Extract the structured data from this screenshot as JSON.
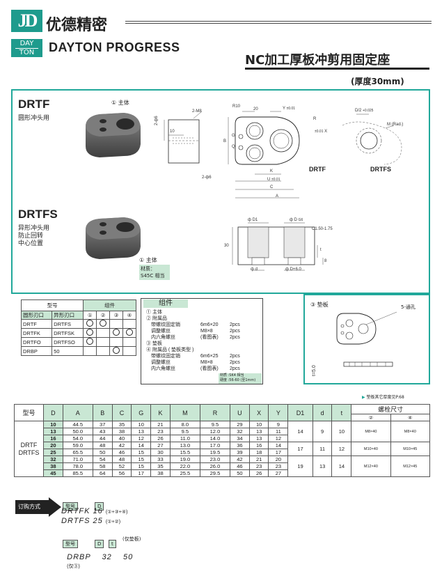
{
  "brand": {
    "logo_letters": "JD",
    "name_cn": "优德精密",
    "badge_top": "DAY",
    "badge_bottom": "TON",
    "name_en": "DAYTON PROGRESS"
  },
  "title": {
    "main": "NC加工厚板冲剪用固定座",
    "sub": "(厚度30mm)"
  },
  "drtf": {
    "code": "DRTF",
    "desc": "圆形冲头用",
    "part_label": "① 主体",
    "view_labels": {
      "drtf": "DRTF",
      "drtfs": "DRTFS"
    },
    "dims": [
      "2-M8",
      "10",
      "2-ф6",
      "R10",
      "20",
      "Y",
      "R",
      "B",
      "G",
      "Q",
      "X",
      "K",
      "U",
      "C",
      "A",
      "D/2",
      "M (Rad.)",
      "2-ф6"
    ],
    "dim_sup": {
      "y_tol": "±0.01",
      "u_tol": "±0.01",
      "x_tol": "±0.01",
      "d2_tol": "+0.025"
    }
  },
  "drtfs": {
    "code": "DRTFS",
    "desc": [
      "异形冲头用",
      "防止回转",
      "中心位置"
    ],
    "part_label": "① 主体",
    "material_label": "材质：",
    "material_value": "S45C 相当",
    "dims": [
      "ф D1",
      "ф D",
      "C1.50-1.75",
      "30",
      "ф d",
      "ф D+6.0",
      "t",
      "8"
    ],
    "dim_sup": {
      "phiD_fit": "G6"
    }
  },
  "type_table": {
    "header_model": "型号",
    "header_parts": "组件",
    "sub_round": "圆形刃口",
    "sub_shaped": "异形刃口",
    "part_numbers": [
      "①",
      "②",
      "③",
      "④"
    ],
    "rows": [
      {
        "round": "DRTF",
        "shaped": "DRTFS",
        "marks": [
          true,
          true,
          false,
          false
        ]
      },
      {
        "round": "DRTFK",
        "shaped": "DRTFSK",
        "marks": [
          true,
          false,
          true,
          true
        ]
      },
      {
        "round": "DRTFO",
        "shaped": "DRTFSO",
        "marks": [
          true,
          false,
          false,
          false
        ]
      },
      {
        "round": "DRBP",
        "shaped": "50",
        "marks": [
          false,
          false,
          true,
          false
        ]
      }
    ]
  },
  "components": {
    "title": "组件",
    "lines": [
      {
        "a": "① 主体",
        "b": "",
        "c": ""
      },
      {
        "a": "② 附属品",
        "b": "",
        "c": ""
      },
      {
        "a": "　带螺纹固定销",
        "b": "6m6×20",
        "c": "2pcs"
      },
      {
        "a": "　调整螺丝",
        "b": "M8×8",
        "c": "2pcs"
      },
      {
        "a": "　内六角螺丝",
        "b": "(看图表)",
        "c": "2pcs"
      },
      {
        "a": "③ 垫板",
        "b": "",
        "c": ""
      },
      {
        "a": "④ 附属品 ( 垫板类型 )",
        "b": "",
        "c": ""
      },
      {
        "a": "　带螺纹固定销",
        "b": "6m6×25",
        "c": "2pcs"
      },
      {
        "a": "　调整螺丝",
        "b": "M8×8",
        "c": "2pcs"
      },
      {
        "a": "　内六角螺丝",
        "b": "(看图表)",
        "c": "2pcs"
      }
    ],
    "material": "材质 :SK4 相当",
    "hardness": "硬度 :56-60 (至1mm)"
  },
  "pad": {
    "label": "③ 垫板",
    "hole_note": "5-通孔",
    "thickness": "t=5.0",
    "note": "垫板其它厚度见P.68"
  },
  "spec": {
    "headers": [
      "型号",
      "D",
      "A",
      "B",
      "C",
      "G",
      "K",
      "M",
      "R",
      "U",
      "X",
      "Y",
      "D1",
      "d",
      "t"
    ],
    "screw_header": "螺栓尺寸",
    "screw_sub": [
      "②",
      "④"
    ],
    "model": [
      "DRTF",
      "DRTFS"
    ],
    "rows": [
      {
        "D": "10",
        "A": "44.5",
        "B": "37",
        "C": "35",
        "G": "10",
        "K": "21",
        "M": "8.0",
        "R": "9.5",
        "U": "29",
        "X": "10",
        "Y": "9"
      },
      {
        "D": "13",
        "A": "50.0",
        "B": "43",
        "C": "38",
        "G": "13",
        "K": "23",
        "M": "9.5",
        "R": "12.0",
        "U": "32",
        "X": "13",
        "Y": "11"
      },
      {
        "D": "16",
        "A": "54.0",
        "B": "44",
        "C": "40",
        "G": "12",
        "K": "26",
        "M": "11.0",
        "R": "14.0",
        "U": "34",
        "X": "13",
        "Y": "12"
      },
      {
        "D": "20",
        "A": "59.0",
        "B": "48",
        "C": "42",
        "G": "14",
        "K": "27",
        "M": "13.0",
        "R": "17.0",
        "U": "36",
        "X": "16",
        "Y": "14"
      },
      {
        "D": "25",
        "A": "65.5",
        "B": "50",
        "C": "46",
        "G": "15",
        "K": "30",
        "M": "15.5",
        "R": "19.5",
        "U": "39",
        "X": "18",
        "Y": "17"
      },
      {
        "D": "32",
        "A": "71.0",
        "B": "54",
        "C": "48",
        "G": "15",
        "K": "33",
        "M": "19.0",
        "R": "23.0",
        "U": "42",
        "X": "21",
        "Y": "20"
      },
      {
        "D": "38",
        "A": "78.0",
        "B": "58",
        "C": "52",
        "G": "15",
        "K": "35",
        "M": "22.0",
        "R": "26.0",
        "U": "46",
        "X": "23",
        "Y": "23"
      },
      {
        "D": "45",
        "A": "85.5",
        "B": "64",
        "C": "56",
        "G": "17",
        "K": "38",
        "M": "25.5",
        "R": "29.5",
        "U": "50",
        "X": "26",
        "Y": "27"
      }
    ],
    "groups": [
      {
        "D1": "14",
        "d": "9",
        "t": "10",
        "s2": "M8×40",
        "s4": "M8×40"
      },
      {
        "D1": "17",
        "d": "11",
        "t": "12",
        "s2": "M10×40",
        "s4": "M10×45"
      },
      {
        "D1": "19",
        "d": "13",
        "t": "14",
        "s2": "M12×40",
        "s4": "M12×45"
      }
    ]
  },
  "order": {
    "arrow_label": "订购方式",
    "box_model": "型号",
    "box_d": "D",
    "box_t": "t",
    "line1": "DRTFK 16",
    "line1_note": "(①+③+④)",
    "line2": "DRTFS 25",
    "line2_note": "(①+②)",
    "pad_note": "(仅垫板)",
    "line3": "DRBP    32    50",
    "line3_note": "(仅③)"
  },
  "colors": {
    "accent": "#20a89a",
    "green": "#c9e7d4"
  }
}
